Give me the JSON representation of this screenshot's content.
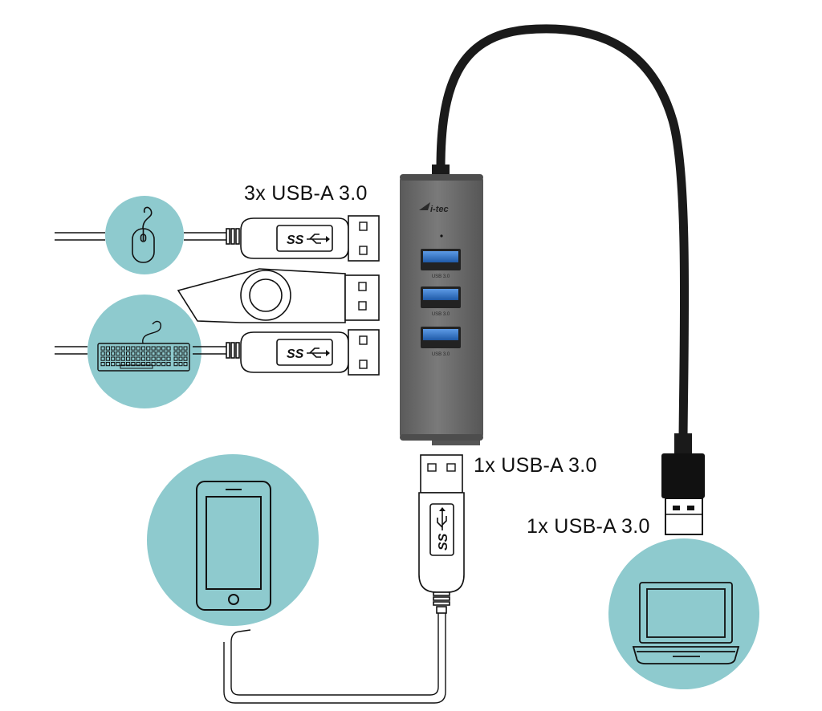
{
  "labels": {
    "hub_ports": "3x USB-A 3.0",
    "bottom_port": "1x USB-A 3.0",
    "cable_plug": "1x USB-A 3.0"
  },
  "hub": {
    "brand": "i-tec",
    "port_caption": "USB 3.0"
  },
  "usb_logo_text": "SS",
  "icons": [
    "mouse-icon",
    "keyboard-icon",
    "smartphone-icon",
    "laptop-icon",
    "usb-superspeed-icon"
  ],
  "colors": {
    "circle": "#8ECACE",
    "hub_body": "#6B6B6B",
    "port_blue": "#2E6FBF",
    "cable": "#1A1A1A",
    "outline": "#111111"
  }
}
